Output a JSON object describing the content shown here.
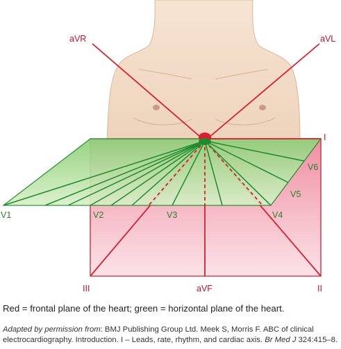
{
  "labels": {
    "aVR": "aVR",
    "aVL": "aVL",
    "I": "I",
    "II": "II",
    "III": "III",
    "aVF": "aVF",
    "V1": "V1",
    "V2": "V2",
    "V3": "V3",
    "V4": "V4",
    "V5": "V5",
    "V6": "V6"
  },
  "caption": "Red = frontal plane of the heart; green = horizontal plane of the heart.",
  "credit": {
    "prefix": "Adapted by permission from",
    "text1": ": BMJ Publishing Group Ltd. Meek S, Morris F. ABC of clinical electrocardiography. Introduction. I – Leads, rate, rhythm, and cardiac axis. ",
    "journal": "Br Med J",
    "text2": " 324:415–8."
  },
  "colors": {
    "frontal_line": "#d71f30",
    "horizontal_line": "#1f8a2e",
    "frontal_plane_fill": "#f3b7c2",
    "horizontal_plane_fill": "#a8d98a",
    "skin": "#f0d9c2",
    "heart": "#d71f30"
  }
}
